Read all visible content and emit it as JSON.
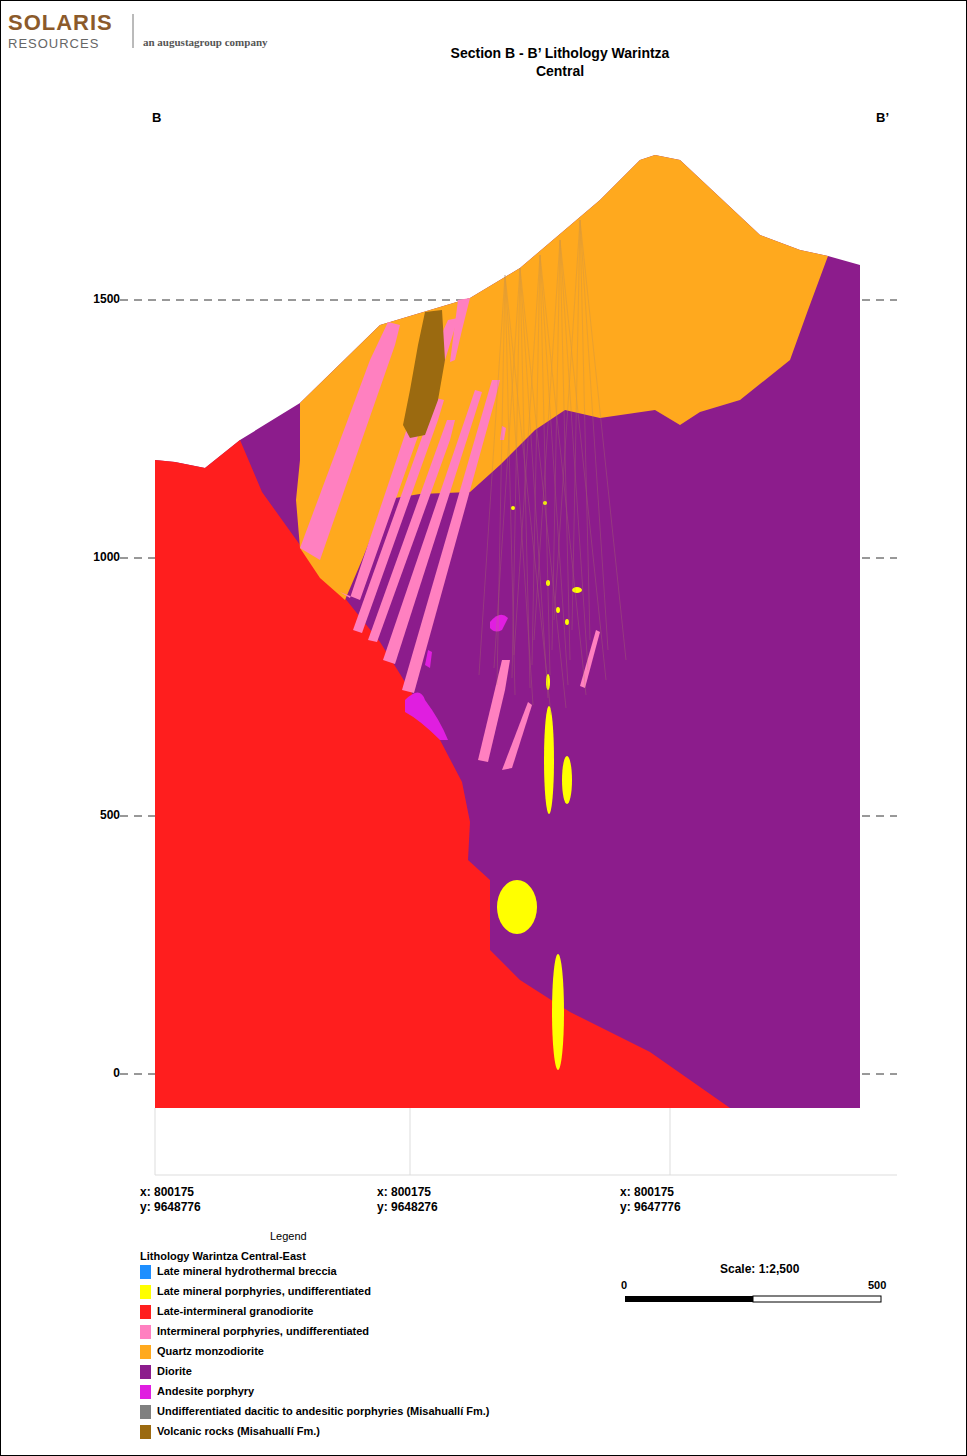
{
  "diagram": {
    "title": "Section B - B’ Lithology Warintza Central",
    "labels": [
      "SOLARIS",
      "RESOURCES",
      "an augustagroup company",
      "B",
      "B’",
      "1500",
      "1000",
      "500",
      "0",
      "x: 800175",
      "y: 9648776",
      "x: 800175",
      "y: 9648276",
      "x: 800175",
      "y: 9647776",
      "Legend",
      "Lithology Warintza Central-East",
      "Scale: 1:2,500",
      "0",
      "500"
    ],
    "legend": [
      {
        "text": "Late mineral hydrothermal breccia",
        "color": "#1e8fff"
      },
      {
        "text": "Late mineral porphyries, undifferentiated",
        "color": "#ffff00"
      },
      {
        "text": "Late-intermineral granodiorite",
        "color": "#ff1e1e"
      },
      {
        "text": "Intermineral porphyries, undifferentiated",
        "color": "#ff80c0"
      },
      {
        "text": "Quartz monzodiorite",
        "color": "#ffa91e"
      },
      {
        "text": "Diorite",
        "color": "#8c1c8c"
      },
      {
        "text": "Andesite porphyry",
        "color": "#e01ee0"
      },
      {
        "text": "Undifferentiated dacitic to andesitic porphyries (Misahuallí Fm.)",
        "color": "#808080"
      },
      {
        "text": "Volcanic rocks (Misahuallí Fm.)",
        "color": "#9b6a10"
      }
    ]
  }
}
